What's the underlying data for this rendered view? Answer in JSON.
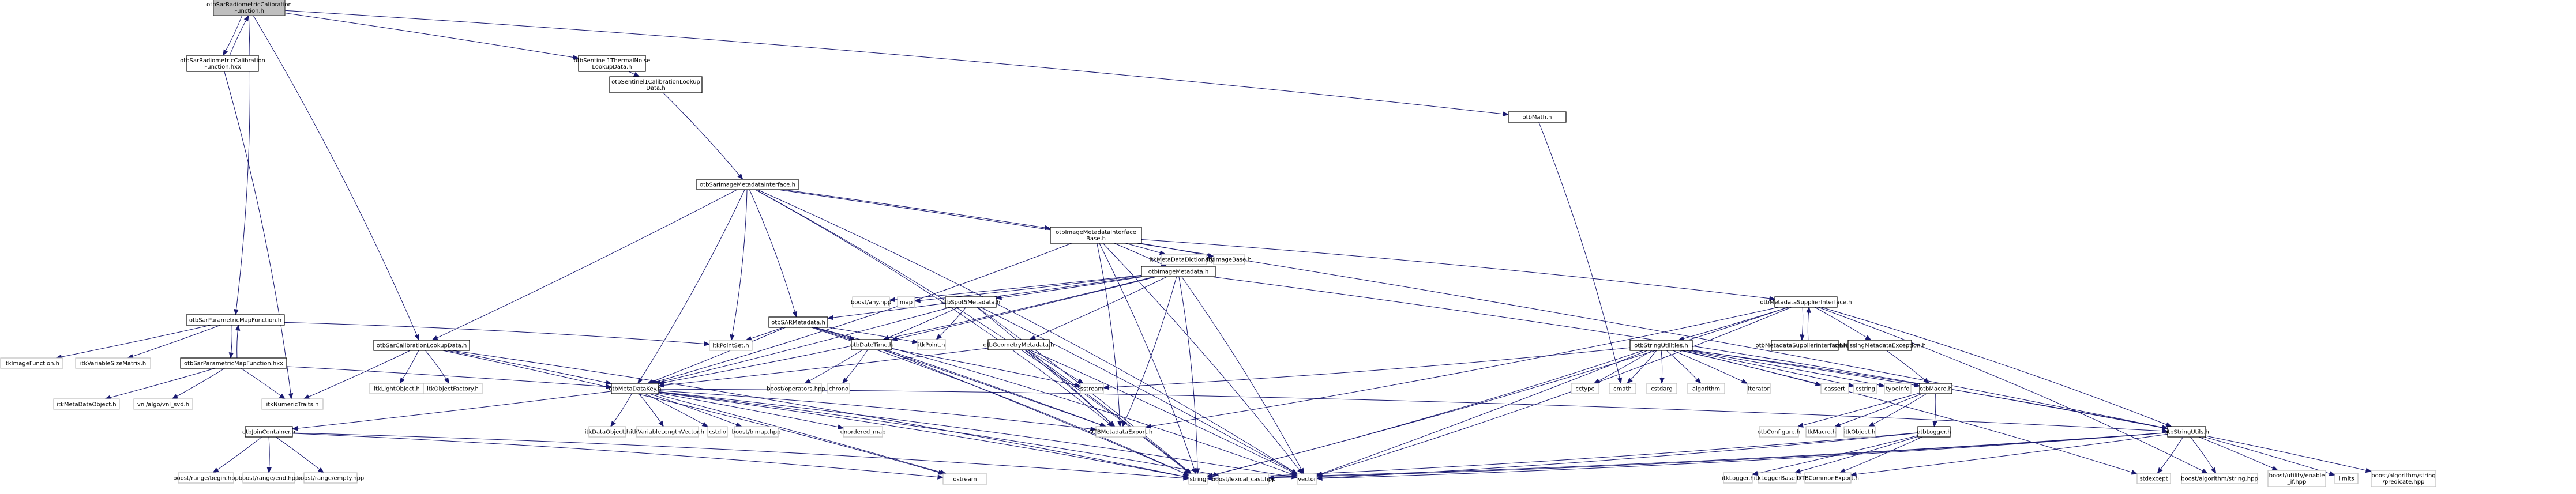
{
  "graph_title": "otbSarRadiometricCalibrationFunction.h",
  "colors": {
    "edge": "#191970",
    "root_fill": "#bfbfbf",
    "project_border": "#000000",
    "external_border": "#bfbfbf"
  },
  "nodes": [
    {
      "id": "root",
      "label": [
        "otbSarRadiometricCalibration",
        "Function.h"
      ],
      "kind": "root"
    },
    {
      "id": "sarRadCalHxx",
      "label": [
        "otbSarRadiometricCalibration",
        "Function.hxx"
      ],
      "kind": "project"
    },
    {
      "id": "s1Thermal",
      "label": [
        "otbSentinel1ThermalNoise",
        "LookupData.h"
      ],
      "kind": "project"
    },
    {
      "id": "s1Calib",
      "label": [
        "otbSentinel1CalibrationLookup",
        "Data.h"
      ],
      "kind": "project"
    },
    {
      "id": "otbMath",
      "label": [
        "otbMath.h"
      ],
      "kind": "project"
    },
    {
      "id": "sarImgMeta",
      "label": [
        "otbSarImageMetadataInterface.h"
      ],
      "kind": "project"
    },
    {
      "id": "imgMetaBase",
      "label": [
        "otbImageMetadataInterface",
        "Base.h"
      ],
      "kind": "project"
    },
    {
      "id": "sarParamMap",
      "label": [
        "otbSarParametricMapFunction.h"
      ],
      "kind": "project"
    },
    {
      "id": "sarParamMapHxx",
      "label": [
        "otbSarParametricMapFunction.hxx"
      ],
      "kind": "project"
    },
    {
      "id": "itkImageFunction",
      "label": [
        "itkImageFunction.h"
      ],
      "kind": "external"
    },
    {
      "id": "itkVarSizeMatrix",
      "label": [
        "itkVariableSizeMatrix.h"
      ],
      "kind": "external"
    },
    {
      "id": "itkMetaDataObject",
      "label": [
        "itkMetaDataObject.h"
      ],
      "kind": "external"
    },
    {
      "id": "vnlSvd",
      "label": [
        "vnl/algo/vnl_svd.h"
      ],
      "kind": "external"
    },
    {
      "id": "itkNumericTraits",
      "label": [
        "itkNumericTraits.h"
      ],
      "kind": "external"
    },
    {
      "id": "sarCalibLookup",
      "label": [
        "otbSarCalibrationLookupData.h"
      ],
      "kind": "project"
    },
    {
      "id": "itkLightObject",
      "label": [
        "itkLightObject.h"
      ],
      "kind": "external"
    },
    {
      "id": "itkObjectFactory",
      "label": [
        "itkObjectFactory.h"
      ],
      "kind": "external"
    },
    {
      "id": "sarMeta",
      "label": [
        "otbSARMetadata.h"
      ],
      "kind": "project"
    },
    {
      "id": "itkPointSet",
      "label": [
        "itkPointSet.h"
      ],
      "kind": "external"
    },
    {
      "id": "imageMetadata",
      "label": [
        "otbImageMetadata.h"
      ],
      "kind": "project"
    },
    {
      "id": "boostAny",
      "label": [
        "boost/any.hpp"
      ],
      "kind": "external"
    },
    {
      "id": "map",
      "label": [
        "map"
      ],
      "kind": "external"
    },
    {
      "id": "spot5Meta",
      "label": [
        "otbSpot5Metadata.h"
      ],
      "kind": "project"
    },
    {
      "id": "itkMetaDataDict",
      "label": [
        "itkMetaDataDictionary.h"
      ],
      "kind": "external"
    },
    {
      "id": "itkImageBase",
      "label": [
        "itkImageBase.h"
      ],
      "kind": "external"
    },
    {
      "id": "dateTime",
      "label": [
        "otbDateTime.h"
      ],
      "kind": "project"
    },
    {
      "id": "itkPoint",
      "label": [
        "itkPoint.h"
      ],
      "kind": "external"
    },
    {
      "id": "geomMeta",
      "label": [
        "otbGeometryMetadata.h"
      ],
      "kind": "project"
    },
    {
      "id": "metaSupplier",
      "label": [
        "otbMetadataSupplierInterface.h"
      ],
      "kind": "project"
    },
    {
      "id": "metaSupplierHxx",
      "label": [
        "otbMetadataSupplierInterface.hxx"
      ],
      "kind": "project"
    },
    {
      "id": "missingMetaExc",
      "label": [
        "otbMissingMetadataException.h"
      ],
      "kind": "project"
    },
    {
      "id": "stringUtilities",
      "label": [
        "otbStringUtilities.h"
      ],
      "kind": "project"
    },
    {
      "id": "metaDataKey",
      "label": [
        "otbMetaDataKey.h"
      ],
      "kind": "project"
    },
    {
      "id": "boostOperators",
      "label": [
        "boost/operators.hpp"
      ],
      "kind": "external"
    },
    {
      "id": "chrono",
      "label": [
        "chrono"
      ],
      "kind": "external"
    },
    {
      "id": "sstream",
      "label": [
        "sstream"
      ],
      "kind": "external"
    },
    {
      "id": "cctype",
      "label": [
        "cctype"
      ],
      "kind": "external"
    },
    {
      "id": "cmath",
      "label": [
        "cmath"
      ],
      "kind": "external"
    },
    {
      "id": "cstdarg",
      "label": [
        "cstdarg"
      ],
      "kind": "external"
    },
    {
      "id": "algorithm",
      "label": [
        "algorithm"
      ],
      "kind": "external"
    },
    {
      "id": "iterator",
      "label": [
        "iterator"
      ],
      "kind": "external"
    },
    {
      "id": "cassert",
      "label": [
        "cassert"
      ],
      "kind": "external"
    },
    {
      "id": "cstring",
      "label": [
        "cstring"
      ],
      "kind": "external"
    },
    {
      "id": "typeinfo",
      "label": [
        "typeinfo"
      ],
      "kind": "external"
    },
    {
      "id": "otbMacro",
      "label": [
        "otbMacro.h"
      ],
      "kind": "project"
    },
    {
      "id": "itkDataObject",
      "label": [
        "itkDataObject.h"
      ],
      "kind": "external"
    },
    {
      "id": "itkVarLenVec",
      "label": [
        "itkVariableLengthVector.h"
      ],
      "kind": "external"
    },
    {
      "id": "cstdio",
      "label": [
        "cstdio"
      ],
      "kind": "external"
    },
    {
      "id": "boostBimap",
      "label": [
        "boost/bimap.hpp"
      ],
      "kind": "external"
    },
    {
      "id": "unorderedMap",
      "label": [
        "unordered_map"
      ],
      "kind": "external"
    },
    {
      "id": "otbMetadataExport",
      "label": [
        "OTBMetadataExport.h"
      ],
      "kind": "external"
    },
    {
      "id": "otbConfigure",
      "label": [
        "otbConfigure.h"
      ],
      "kind": "external"
    },
    {
      "id": "itkMacro",
      "label": [
        "itkMacro.h"
      ],
      "kind": "external"
    },
    {
      "id": "itkObject",
      "label": [
        "itkObject.h"
      ],
      "kind": "external"
    },
    {
      "id": "otbLogger",
      "label": [
        "otbLogger.h"
      ],
      "kind": "project"
    },
    {
      "id": "otbStringUtils",
      "label": [
        "otbStringUtils.h"
      ],
      "kind": "project"
    },
    {
      "id": "joinContainer",
      "label": [
        "otbJoinContainer.h"
      ],
      "kind": "project"
    },
    {
      "id": "rangeBegin",
      "label": [
        "boost/range/begin.hpp"
      ],
      "kind": "external"
    },
    {
      "id": "rangeEnd",
      "label": [
        "boost/range/end.hpp"
      ],
      "kind": "external"
    },
    {
      "id": "rangeEmpty",
      "label": [
        "boost/range/empty.hpp"
      ],
      "kind": "external"
    },
    {
      "id": "ostream",
      "label": [
        "ostream"
      ],
      "kind": "external"
    },
    {
      "id": "string",
      "label": [
        "string"
      ],
      "kind": "external"
    },
    {
      "id": "lexicalCast",
      "label": [
        "boost/lexical_cast.hpp"
      ],
      "kind": "external"
    },
    {
      "id": "vector",
      "label": [
        "vector"
      ],
      "kind": "external"
    },
    {
      "id": "itkLogger",
      "label": [
        "itkLogger.h"
      ],
      "kind": "external"
    },
    {
      "id": "itkLoggerBase",
      "label": [
        "itkLoggerBase.h"
      ],
      "kind": "external"
    },
    {
      "id": "otbCommonExport",
      "label": [
        "OTBCommonExport.h"
      ],
      "kind": "external"
    },
    {
      "id": "stdexcept",
      "label": [
        "stdexcept"
      ],
      "kind": "external"
    },
    {
      "id": "boostAlgoString",
      "label": [
        "boost/algorithm/string.hpp"
      ],
      "kind": "external"
    },
    {
      "id": "enableIf",
      "label": [
        "boost/utility/enable",
        "_if.hpp"
      ],
      "kind": "external"
    },
    {
      "id": "limits",
      "label": [
        "limits"
      ],
      "kind": "external"
    },
    {
      "id": "predicate",
      "label": [
        "boost/algorithm/string",
        "/predicate.hpp"
      ],
      "kind": "external"
    }
  ],
  "edges": [
    [
      "root",
      "sarRadCalHxx"
    ],
    [
      "sarRadCalHxx",
      "root"
    ],
    [
      "root",
      "s1Thermal"
    ],
    [
      "root",
      "otbMath"
    ],
    [
      "root",
      "sarParamMap"
    ],
    [
      "root",
      "sarCalibLookup"
    ],
    [
      "s1Thermal",
      "s1Calib"
    ],
    [
      "s1Calib",
      "sarImgMeta"
    ],
    [
      "sarRadCalHxx",
      "itkNumericTraits"
    ],
    [
      "otbMath",
      "cmath"
    ],
    [
      "sarImgMeta",
      "imgMetaBase"
    ],
    [
      "sarImgMeta",
      "sarCalibLookup"
    ],
    [
      "sarImgMeta",
      "sarMeta"
    ],
    [
      "sarImgMeta",
      "itkPointSet"
    ],
    [
      "sarImgMeta",
      "metaDataKey"
    ],
    [
      "sarImgMeta",
      "string"
    ],
    [
      "sarImgMeta",
      "vector"
    ],
    [
      "sarImgMeta",
      "otbStringUtils"
    ],
    [
      "sarImgMeta",
      "otbMetadataExport"
    ],
    [
      "imgMetaBase",
      "imageMetadata"
    ],
    [
      "imgMetaBase",
      "itkMetaDataDict"
    ],
    [
      "imgMetaBase",
      "itkImageBase"
    ],
    [
      "imgMetaBase",
      "metaSupplier"
    ],
    [
      "imgMetaBase",
      "string"
    ],
    [
      "imgMetaBase",
      "vector"
    ],
    [
      "imgMetaBase",
      "otbMetadataExport"
    ],
    [
      "imgMetaBase",
      "metaDataKey"
    ],
    [
      "sarParamMap",
      "itkImageFunction"
    ],
    [
      "sarParamMap",
      "itkVarSizeMatrix"
    ],
    [
      "sarParamMap",
      "sarParamMapHxx"
    ],
    [
      "sarParamMapHxx",
      "sarParamMap"
    ],
    [
      "sarParamMap",
      "itkPointSet"
    ],
    [
      "sarParamMapHxx",
      "itkMetaDataObject"
    ],
    [
      "sarParamMapHxx",
      "vnlSvd"
    ],
    [
      "sarParamMapHxx",
      "itkNumericTraits"
    ],
    [
      "sarParamMapHxx",
      "metaDataKey"
    ],
    [
      "sarCalibLookup",
      "itkNumericTraits"
    ],
    [
      "sarCalibLookup",
      "itkLightObject"
    ],
    [
      "sarCalibLookup",
      "itkObjectFactory"
    ],
    [
      "sarCalibLookup",
      "metaDataKey"
    ],
    [
      "sarCalibLookup",
      "string"
    ],
    [
      "sarCalibLookup",
      "ostream"
    ],
    [
      "sarMeta",
      "itkPointSet"
    ],
    [
      "sarMeta",
      "dateTime"
    ],
    [
      "sarMeta",
      "itkPoint"
    ],
    [
      "sarMeta",
      "metaDataKey"
    ],
    [
      "sarMeta",
      "string"
    ],
    [
      "sarMeta",
      "vector"
    ],
    [
      "sarMeta",
      "otbMetadataExport"
    ],
    [
      "imageMetadata",
      "sarMeta"
    ],
    [
      "imageMetadata",
      "boostAny"
    ],
    [
      "imageMetadata",
      "map"
    ],
    [
      "imageMetadata",
      "spot5Meta"
    ],
    [
      "imageMetadata",
      "geomMeta"
    ],
    [
      "imageMetadata",
      "dateTime"
    ],
    [
      "imageMetadata",
      "metaDataKey"
    ],
    [
      "imageMetadata",
      "string"
    ],
    [
      "imageMetadata",
      "vector"
    ],
    [
      "imageMetadata",
      "otbMetadataExport"
    ],
    [
      "imageMetadata",
      "otbStringUtils"
    ],
    [
      "spot5Meta",
      "dateTime"
    ],
    [
      "spot5Meta",
      "itkPoint"
    ],
    [
      "spot5Meta",
      "metaDataKey"
    ],
    [
      "spot5Meta",
      "string"
    ],
    [
      "spot5Meta",
      "vector"
    ],
    [
      "spot5Meta",
      "otbMetadataExport"
    ],
    [
      "dateTime",
      "boostOperators"
    ],
    [
      "dateTime",
      "chrono"
    ],
    [
      "dateTime",
      "sstream"
    ],
    [
      "dateTime",
      "otbMetadataExport"
    ],
    [
      "dateTime",
      "string"
    ],
    [
      "geomMeta",
      "sstream"
    ],
    [
      "geomMeta",
      "metaDataKey"
    ],
    [
      "geomMeta",
      "string"
    ],
    [
      "geomMeta",
      "vector"
    ],
    [
      "geomMeta",
      "otbMetadataExport"
    ],
    [
      "metaSupplier",
      "stringUtilities"
    ],
    [
      "metaSupplier",
      "metaSupplierHxx"
    ],
    [
      "metaSupplierHxx",
      "metaSupplier"
    ],
    [
      "metaSupplier",
      "missingMetaExc"
    ],
    [
      "metaSupplier",
      "otbStringUtils"
    ],
    [
      "metaSupplier",
      "string"
    ],
    [
      "metaSupplier",
      "vector"
    ],
    [
      "metaSupplier",
      "otbMetadataExport"
    ],
    [
      "metaSupplier",
      "boostAlgoString"
    ],
    [
      "missingMetaExc",
      "otbMacro"
    ],
    [
      "stringUtilities",
      "cctype"
    ],
    [
      "stringUtilities",
      "cmath"
    ],
    [
      "stringUtilities",
      "cstdarg"
    ],
    [
      "stringUtilities",
      "algorithm"
    ],
    [
      "stringUtilities",
      "iterator"
    ],
    [
      "stringUtilities",
      "cassert"
    ],
    [
      "stringUtilities",
      "cstring"
    ],
    [
      "stringUtilities",
      "typeinfo"
    ],
    [
      "stringUtilities",
      "otbMacro"
    ],
    [
      "stringUtilities",
      "stdexcept"
    ],
    [
      "stringUtilities",
      "string"
    ],
    [
      "stringUtilities",
      "vector"
    ],
    [
      "stringUtilities",
      "otbStringUtils"
    ],
    [
      "stringUtilities",
      "sstream"
    ],
    [
      "metaDataKey",
      "itkDataObject"
    ],
    [
      "metaDataKey",
      "itkVarLenVec"
    ],
    [
      "metaDataKey",
      "cstdio"
    ],
    [
      "metaDataKey",
      "boostBimap"
    ],
    [
      "metaDataKey",
      "unorderedMap"
    ],
    [
      "metaDataKey",
      "otbMetadataExport"
    ],
    [
      "metaDataKey",
      "joinContainer"
    ],
    [
      "metaDataKey",
      "string"
    ],
    [
      "metaDataKey",
      "vector"
    ],
    [
      "metaDataKey",
      "ostream"
    ],
    [
      "metaDataKey",
      "otbStringUtils"
    ],
    [
      "metaDataKey",
      "lexicalCast"
    ],
    [
      "otbMacro",
      "otbConfigure"
    ],
    [
      "otbMacro",
      "itkMacro"
    ],
    [
      "otbMacro",
      "itkObject"
    ],
    [
      "otbMacro",
      "otbLogger"
    ],
    [
      "otbLogger",
      "itkLogger"
    ],
    [
      "otbLogger",
      "itkLoggerBase"
    ],
    [
      "otbLogger",
      "otbCommonExport"
    ],
    [
      "otbLogger",
      "string"
    ],
    [
      "otbLogger",
      "vector"
    ],
    [
      "otbStringUtils",
      "stdexcept"
    ],
    [
      "otbStringUtils",
      "boostAlgoString"
    ],
    [
      "otbStringUtils",
      "enableIf"
    ],
    [
      "otbStringUtils",
      "limits"
    ],
    [
      "otbStringUtils",
      "predicate"
    ],
    [
      "otbStringUtils",
      "string"
    ],
    [
      "otbStringUtils",
      "vector"
    ],
    [
      "otbStringUtils",
      "otbCommonExport"
    ],
    [
      "otbStringUtils",
      "lexicalCast"
    ],
    [
      "joinContainer",
      "rangeBegin"
    ],
    [
      "joinContainer",
      "rangeEnd"
    ],
    [
      "joinContainer",
      "rangeEmpty"
    ],
    [
      "joinContainer",
      "ostream"
    ],
    [
      "joinContainer",
      "string"
    ]
  ]
}
